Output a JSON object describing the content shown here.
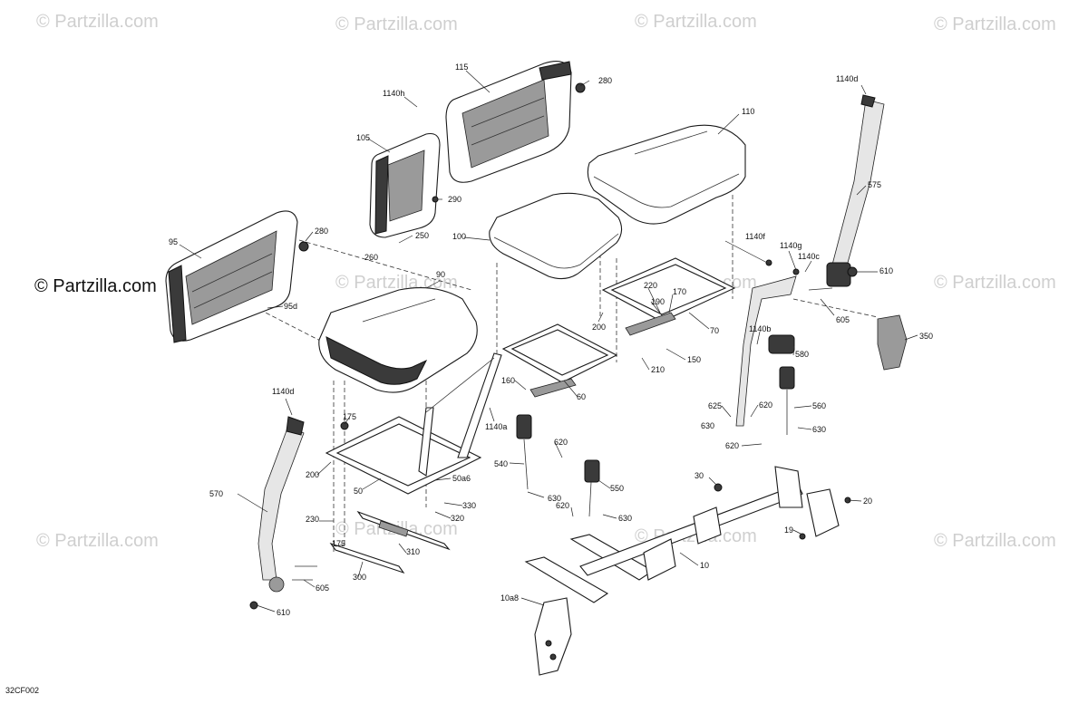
{
  "watermark": {
    "brand": "Partzilla.com",
    "faint_text": "© Partzilla.com",
    "strong_text": "© Partzilla.com"
  },
  "diagram_code": "32CF002",
  "callouts": {
    "c115": "115",
    "c280a": "280",
    "c1140h": "1140h",
    "c110": "110",
    "c105": "105",
    "c1140d_top": "1140d",
    "c575": "575",
    "c290": "290",
    "c280b": "280",
    "c95": "95",
    "c250": "250",
    "c260": "260",
    "c100": "100",
    "c1140f": "1140f",
    "c1140g": "1140g",
    "c1140c": "1140c",
    "c610_right": "610",
    "c90": "90",
    "c95d": "95d",
    "c220": "220",
    "c170": "170",
    "c190": "190",
    "c605_right": "605",
    "c200_mid": "200",
    "c70": "70",
    "c1140b": "1140b",
    "c350": "350",
    "c580": "580",
    "c150": "150",
    "c210": "210",
    "c160": "160",
    "c60": "60",
    "c1140d_left": "1140d",
    "c1140a": "1140a",
    "c625": "625",
    "c620_r1": "620",
    "c560": "560",
    "c630_r1": "630",
    "c630_r2": "630",
    "c620_r2": "620",
    "c175a": "175",
    "c620_mid": "620",
    "c540": "540",
    "c200_left": "200",
    "c50a6": "50a6",
    "c50": "50",
    "c30": "30",
    "c550": "550",
    "c570": "570",
    "c630_m1": "630",
    "c330": "330",
    "c320": "320",
    "c20": "20",
    "c620_m2": "620",
    "c630_m2": "630",
    "c230": "230",
    "c19": "19",
    "c175b": "175",
    "c310": "310",
    "c300": "300",
    "c10": "10",
    "c605_left": "605",
    "c10a8": "10a8",
    "c610_left": "610"
  }
}
